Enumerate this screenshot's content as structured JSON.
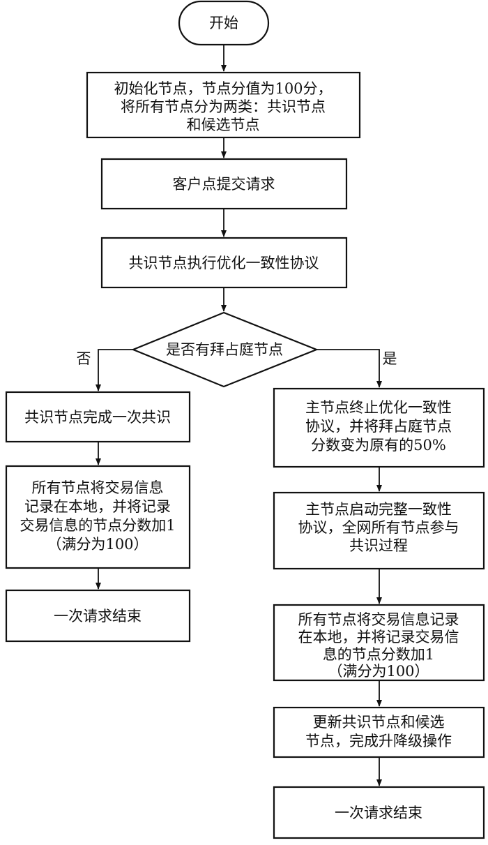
{
  "flowchart": {
    "start": "开始",
    "init": [
      "初始化节点，节点分值为100分，",
      "将所有节点分为两类：共识节点",
      "和候选节点"
    ],
    "submit": "客户点提交请求",
    "execute": "共识节点执行优化一致性协议",
    "decision": "是否有拜占庭节点",
    "branch_no": "否",
    "branch_yes": "是",
    "no_consensus": "共识节点完成一次共识",
    "no_record": [
      "所有节点将交易信息",
      "记录在本地，并将记录",
      "交易信息的节点分数加1",
      "（满分为100）"
    ],
    "no_end": "一次请求结束",
    "yes_terminate": [
      "主节点终止优化一致性",
      "协议，并将拜占庭节点",
      "分数变为原有的50%"
    ],
    "yes_full": [
      "主节点启动完整一致性",
      "协议，全网所有节点参与",
      "共识过程"
    ],
    "yes_record": [
      "所有节点将交易信息记录",
      "在本地，并将记录交易信",
      "息的节点分数加1",
      "（满分为100）"
    ],
    "yes_update": [
      "更新共识节点和候选",
      "节点，完成升降级操作"
    ],
    "yes_end": "一次请求结束"
  }
}
